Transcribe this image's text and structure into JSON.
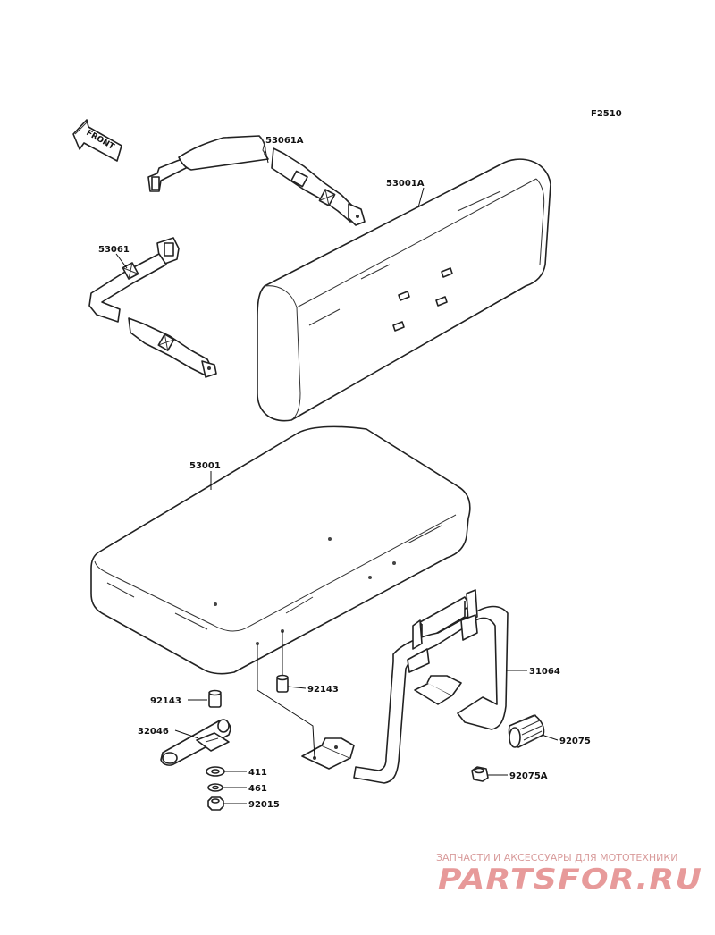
{
  "figure_code": "F2510",
  "front_marker": "FRONT",
  "parts": {
    "strap_a": "53061A",
    "backrest": "53001A",
    "strap": "53061",
    "seat": "53001",
    "bracket": "31064",
    "collar_left": "92143",
    "collar_right": "92143",
    "pipe": "32046",
    "washer": "411",
    "lock_washer": "461",
    "nut": "92015",
    "grommet": "92075",
    "nut_a": "92075A"
  },
  "watermark": {
    "tagline": "ЗАПЧАСТИ И АКСЕССУАРЫ ДЛЯ МОТОТЕХНИКИ",
    "brand": "PARTSFOR.RU"
  }
}
